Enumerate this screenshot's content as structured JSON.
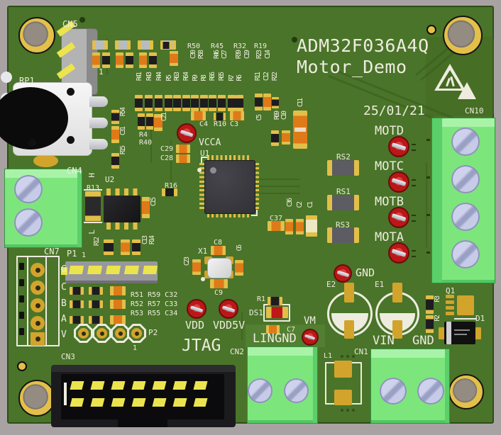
{
  "board": {
    "title_line1": "ADM32F036A4Q",
    "title_line2": "Motor_Demo",
    "date": "25/01/21"
  },
  "colors": {
    "pcb_green": "#4a7429",
    "pad_gold": "#e3c04a",
    "terminal_green": "#7ce67c",
    "testpoint_red": "#bc1717",
    "component_orange": "#df7a19",
    "silkscreen_white": "#edecdf"
  },
  "connectors": {
    "cn5": {
      "label": "CN5",
      "pin1": "1"
    },
    "cn4": {
      "label": "CN4",
      "marker_top": "H",
      "marker_bottom": "L"
    },
    "cn10": {
      "label": "CN10"
    },
    "cn7": {
      "label": "CN7",
      "pins": [
        "G",
        "C",
        "B",
        "A",
        "V"
      ]
    },
    "p1": {
      "label": "P1",
      "pin1": "1"
    },
    "p2": {
      "label": "P2",
      "pin1": "1"
    },
    "cn3": {
      "label": "CN3",
      "port": "JTAG"
    },
    "cn2": {
      "label": "CN2",
      "terminals": [
        "LIN",
        "GND"
      ]
    },
    "cn1": {
      "label": "CN1",
      "terminals": [
        "VIN",
        "GND"
      ]
    }
  },
  "test_points": {
    "motd": "MOTD",
    "motc": "MOTC",
    "motb": "MOTB",
    "mota": "MOTA",
    "vcca": "VCCA",
    "vdd": "VDD",
    "vdd5v": "VDD5V",
    "vm": "VM",
    "gnd": "GND"
  },
  "ics": {
    "u1": "U1",
    "u2": "U2"
  },
  "misc_parts": {
    "rp1": "RP1",
    "x1": "X1",
    "q1": "Q1",
    "d1": "D1",
    "l1": "L1",
    "e2": "E2",
    "e1": "E1"
  },
  "shunts": {
    "rs1": "RS1",
    "rs2": "RS2",
    "rs3": "RS3"
  },
  "silk_refs": {
    "top_row": [
      "R50",
      "R45",
      "R32",
      "R19"
    ],
    "top_row_vert": [
      "C30",
      "R58",
      "R46",
      "C27",
      "R39",
      "C19",
      "R23",
      "C14"
    ],
    "res_row_vert": [
      "R41",
      "R43",
      "R44",
      "R5",
      "R63",
      "R64",
      "R9",
      "R8",
      "R66",
      "R65",
      "R7",
      "R6"
    ],
    "right_col_vert": [
      "R11",
      "C12",
      "R22"
    ],
    "col2_vert": [
      "C5",
      "R69",
      "C10",
      "C11"
    ],
    "left_grp": [
      "R54",
      "C31",
      "R15",
      "R4",
      "R40",
      "C21",
      "C29",
      "C28"
    ],
    "mid_row": [
      "C4",
      "R10",
      "C3"
    ],
    "u2_grp": [
      "R13",
      "R16",
      "C15",
      "R12",
      "C13",
      "R14"
    ],
    "caps_mid": [
      "C36",
      "C2",
      "C1",
      "C37"
    ],
    "xtal_grp": [
      "C8",
      "C23",
      "C6",
      "C9"
    ],
    "bottom_rows": [
      "R51 R59 C32",
      "R52 R57 C33",
      "R53 R55 C34"
    ],
    "led_grp": [
      "R1",
      "DS1",
      "C7"
    ],
    "pwr_grp": [
      "R3",
      "R2"
    ]
  }
}
